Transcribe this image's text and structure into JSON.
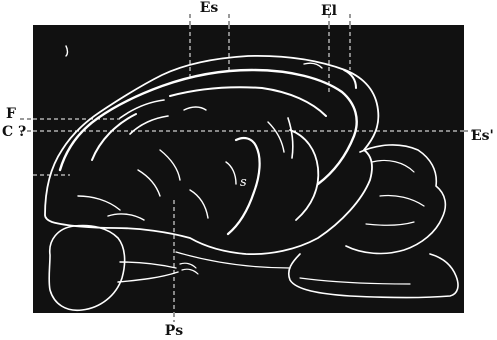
{
  "labels": {
    "top_left": "Es",
    "top_right": "El",
    "left_upper": "F",
    "left_lower": "C ?",
    "right": "Es'",
    "bottom": "Ps",
    "sulcus": "s"
  },
  "colors": {
    "background": "#111111",
    "lines": "#ffffff",
    "page": "#ffffff",
    "text": "#111111"
  }
}
